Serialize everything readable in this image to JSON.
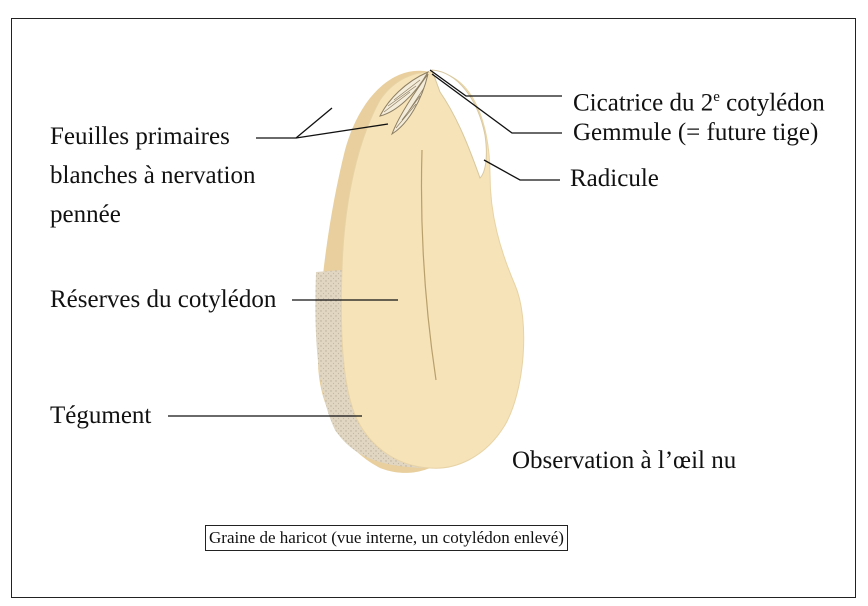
{
  "labels": {
    "cicatrice": {
      "main": "Cicatrice  du 2",
      "sup": "e",
      "end": " cotylédon"
    },
    "gemmule": "Gemmule (= future tige)",
    "radicule": "Radicule",
    "feuilles": [
      "Feuilles primaires",
      "blanches à nervation",
      "pennée"
    ],
    "reserves": "Réserves du cotylédon",
    "tegument": "Tégument",
    "observation": "Observation à l’œil nu"
  },
  "caption": "Graine de haricot (vue interne, un cotylédon enlevé)",
  "colors": {
    "cotyledon": "#f6e3b8",
    "seed_coat": "#e2c89a",
    "tegument_speckle": "#d8ccb5",
    "leaf": "#f4ecda"
  }
}
